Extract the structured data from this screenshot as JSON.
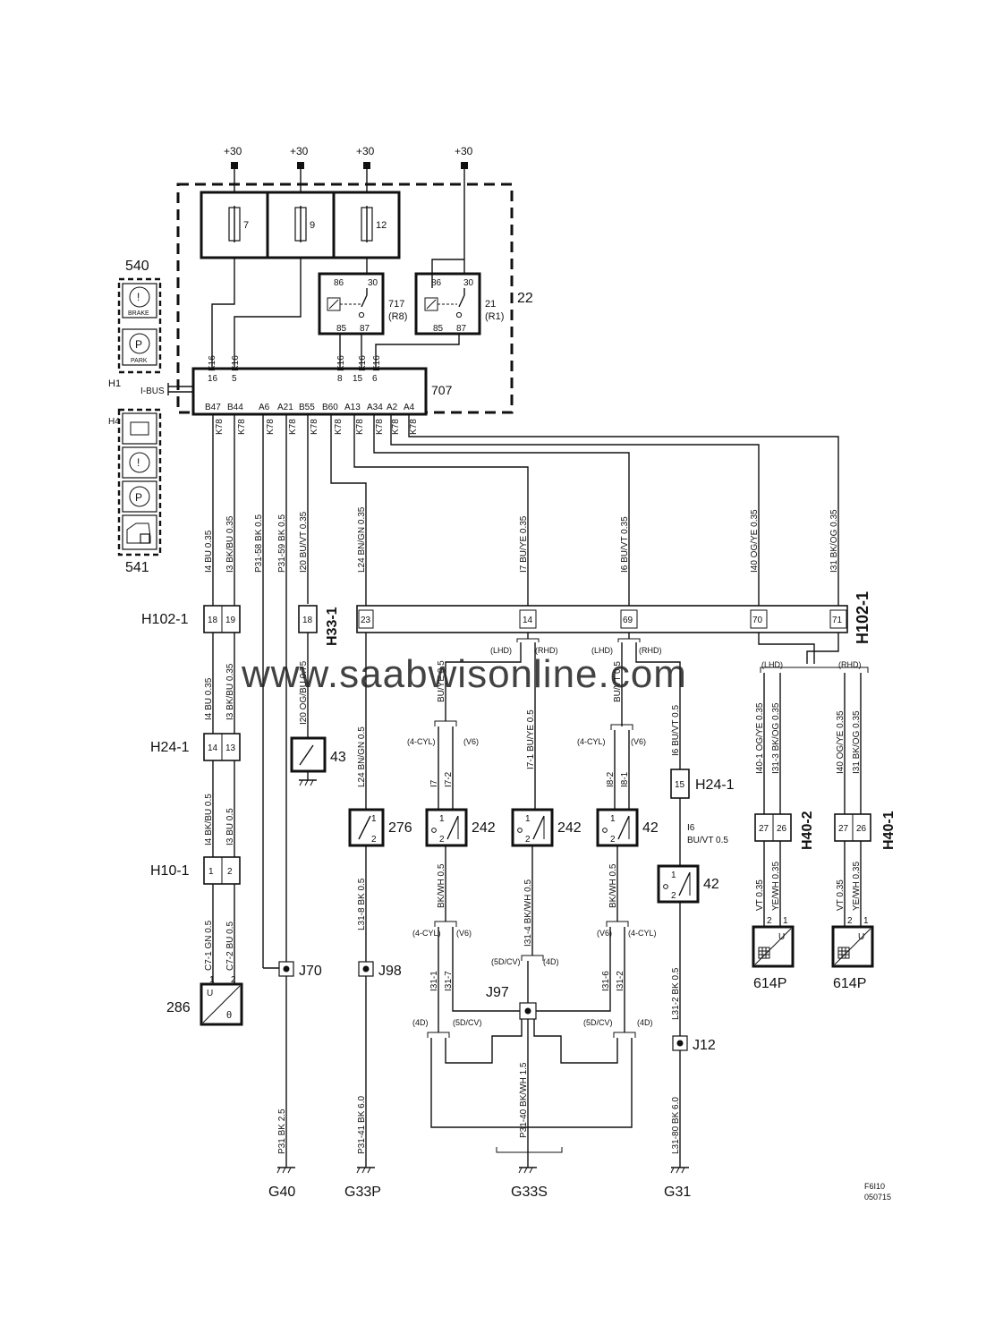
{
  "power_labels": [
    "+30",
    "+30",
    "+30",
    "+30"
  ],
  "fuses": [
    "7",
    "9",
    "12"
  ],
  "relays": [
    {
      "pins": [
        "86",
        "30",
        "85",
        "87"
      ],
      "id": "717",
      "code": "(R8)"
    },
    {
      "pins": [
        "86",
        "30",
        "85",
        "87"
      ],
      "id": "21",
      "code": "(R1)"
    }
  ],
  "fuse_box_id": "22",
  "control_unit": {
    "id": "707",
    "bus_label": "I-BUS",
    "top_pins": [
      {
        "conn": "K16",
        "pin": "16"
      },
      {
        "conn": "K16",
        "pin": "5"
      },
      {
        "conn": "K16",
        "pin": "8"
      },
      {
        "conn": "K16",
        "pin": "15"
      },
      {
        "conn": "K16",
        "pin": "6"
      }
    ],
    "bottom_pins": [
      "B47",
      "B44",
      "A6",
      "A21",
      "B55",
      "B60",
      "A13",
      "A34",
      "A2",
      "A4"
    ],
    "bottom_conn": "K78"
  },
  "instrument": {
    "top_id": "540",
    "bottom_id": "541",
    "h1": "H1",
    "h4": "H4",
    "brake": "BRAKE",
    "park": "PARK",
    "p": "P"
  },
  "wire_labels": [
    "I4 BU 0.35",
    "I3 BK/BU 0.35",
    "P31-58 BK 0.5",
    "P31-59 BK 0.5",
    "I20 BU/VT 0.35",
    "L24 BN/GN 0.35",
    "I7 BU/YE 0.35",
    "I6 BU/VT 0.35",
    "I40 OG/YE 0.35",
    "I31 BK/OG 0.35",
    "I4 BU 0.35",
    "I3 BK/BU 0.35",
    "I20 OG/BU 0.75",
    "L24 BN/GN 0.5",
    "I4 BK/BU 0.5",
    "I3 BU 0.5",
    "C7-1 GN 0.5",
    "C7-2 BU 0.5",
    "BU/YE 0.5",
    "I7-1 BU/YE 0.5",
    "BU/VT 0.5",
    "I6 BU/VT 0.5",
    "I7",
    "I7-2",
    "I8-2",
    "I8-1",
    "I40-1 OG/YE 0.35",
    "I31-3 BK/OG 0.35",
    "I40 OG/YE 0.35",
    "I31 BK/OG 0.35",
    "I6",
    "BU/VT 0.5",
    "L31-8 BK 0.5",
    "BK/WH 0.5",
    "I31-4 BK/WH 0.5",
    "BK/WH 0.5",
    "L31-2 BK 0.5",
    "VT 0.35",
    "YE/WH 0.35",
    "VT 0.35",
    "YE/WH 0.35",
    "I31-1",
    "I31-7",
    "I31-6",
    "I31-2",
    "P31-40 BK/WH 1.5",
    "P31 BK 2.5",
    "P31-41 BK 6.0",
    "L31-80 BK 6.0"
  ],
  "connectors": {
    "h102_1": {
      "label": "H102-1",
      "pins": [
        "18",
        "19",
        "23",
        "14",
        "69",
        "70",
        "71"
      ]
    },
    "h33_1": {
      "label": "H33-1",
      "pin": "18"
    },
    "h24_1_left": {
      "label": "H24-1",
      "pins": [
        "14",
        "13"
      ]
    },
    "h24_1_right": {
      "label": "H24-1",
      "pin": "15"
    },
    "h10_1": {
      "label": "H10-1",
      "pins": [
        "1",
        "2"
      ]
    },
    "h40_2": {
      "label": "H40-2",
      "pins": [
        "27",
        "26"
      ]
    },
    "h40_1": {
      "label": "H40-1",
      "pins": [
        "27",
        "26"
      ]
    }
  },
  "variant_labels": [
    "(LHD)",
    "(RHD)",
    "(4-CYL)",
    "(V6)",
    "(5D/CV)",
    "(4D)"
  ],
  "components": {
    "c43": "43",
    "c276": "276",
    "c242a": "242",
    "c242b": "242",
    "c42a": "42",
    "c42b": "42",
    "c286": "286",
    "c614a": "614P",
    "c614b": "614P",
    "switch_pins": [
      "1",
      "2"
    ],
    "u": "U",
    "theta": "θ",
    "sensor_pins": [
      "2",
      "1"
    ]
  },
  "splices": [
    "J70",
    "J98",
    "J97",
    "J12"
  ],
  "grounds": [
    "G40",
    "G33P",
    "G33S",
    "G31"
  ],
  "watermark": "www.saabwisonline.com",
  "figure_code": "F6I10",
  "figure_date": "050715"
}
